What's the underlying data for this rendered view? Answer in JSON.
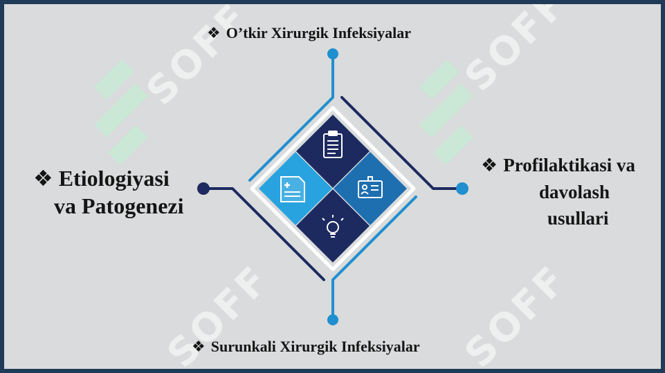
{
  "topics": {
    "top": "O’tkir Xirurgik Infeksiyalar",
    "bottom": "Surunkali Xirurgik Infeksiyalar",
    "left_line1": "Etiologiyasi",
    "left_line2": "va Patogenezi",
    "right_line1": "Profilaktikasi va",
    "right_line2": "davolash",
    "right_line3": "usullari"
  },
  "bullet_glyph": "❖",
  "watermark": "SOFF",
  "icons": {
    "center_top": "clipboard-icon",
    "center_left": "medical-document-icon",
    "center_right": "id-card-icon",
    "center_bottom": "lightbulb-icon"
  },
  "colors": {
    "accent_light": "#1f8fcf",
    "accent_navy": "#1d2a60",
    "tile_blue": "#1e6fb0",
    "tile_light": "#28a3df",
    "watermark_green": "#c9ead6"
  }
}
